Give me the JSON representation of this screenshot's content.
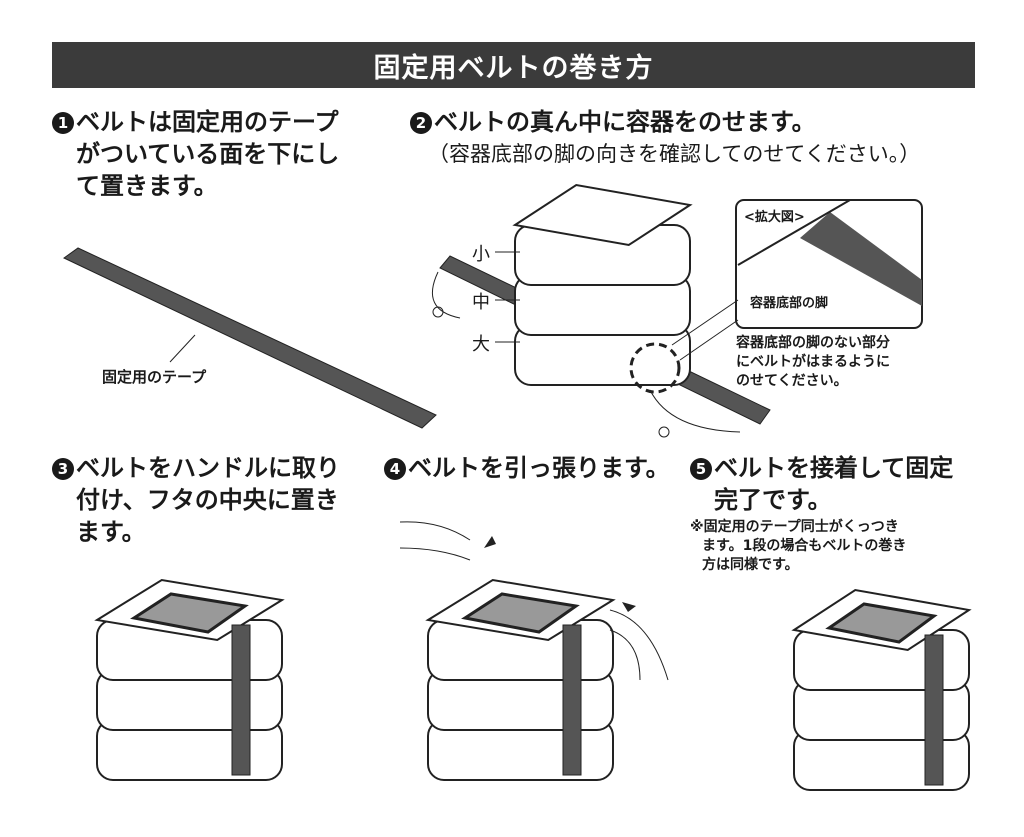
{
  "title": "固定用ベルトの巻き方",
  "steps": [
    {
      "num": "1",
      "lines": [
        "ベルトは固定用のテープ",
        "がついている面を下にし",
        "て置きます。"
      ]
    },
    {
      "num": "2",
      "lines": [
        "ベルトの真ん中に容器をのせます。"
      ],
      "sub": "（容器底部の脚の向きを確認してのせてください。）"
    },
    {
      "num": "3",
      "lines": [
        "ベルトをハンドルに取り",
        "付け、フタの中央に置き",
        "ます。"
      ]
    },
    {
      "num": "4",
      "lines": [
        "ベルトを引っ張ります。"
      ]
    },
    {
      "num": "5",
      "lines": [
        "ベルトを接着して固定",
        "完了です。"
      ],
      "note": [
        "※固定用のテープ同士がくっつき",
        "ます。1段の場合もベルトの巻き",
        "方は同様です。"
      ]
    }
  ],
  "labels": {
    "tape": "固定用のテープ",
    "zoom": "<拡大図>",
    "foot": "容器底部の脚",
    "placement": [
      "容器底部の脚のない部分",
      "にベルトがはまるように",
      "のせてください。"
    ],
    "tiers": [
      "小",
      "中",
      "大"
    ]
  },
  "colors": {
    "header": "#3b3b3b",
    "belt": "#555555"
  }
}
